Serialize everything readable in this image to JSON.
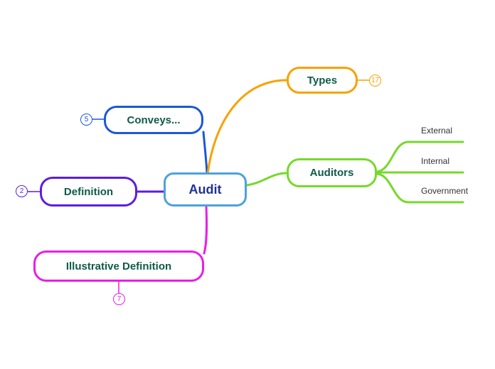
{
  "root": {
    "label": "Audit"
  },
  "branches": {
    "types": {
      "label": "Types",
      "badge": "17",
      "color": "#F9A100"
    },
    "conveys": {
      "label": "Conveys...",
      "badge": "5",
      "color": "#1B57D9"
    },
    "definition": {
      "label": "Definition",
      "badge": "2",
      "color": "#5D1EDB"
    },
    "auditors": {
      "label": "Auditors",
      "color": "#76D92B",
      "children": [
        {
          "label": "External"
        },
        {
          "label": "Internal"
        },
        {
          "label": "Government"
        }
      ]
    },
    "illustrative": {
      "label": "Illustrative Definition",
      "badge": "7",
      "color": "#E81EE8"
    }
  },
  "colors": {
    "root_border": "#4BA3DA",
    "root_text": "#1F3294",
    "branch_text": "#0E5B46",
    "child_text": "#333333",
    "canvas_background": "#FFFFFF"
  }
}
